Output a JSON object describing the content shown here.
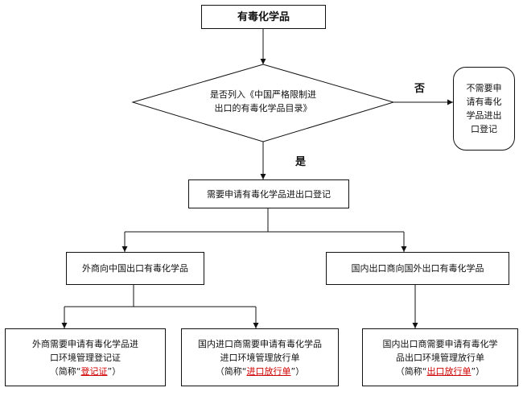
{
  "diagram": {
    "start": "有毒化学品",
    "decision": {
      "line1": "是否列入《中国严格限制进",
      "line2": "出口的有毒化学品目录》"
    },
    "no_label": "否",
    "yes_label": "是",
    "no_result": {
      "line1": "不需要申",
      "line2": "请有毒化",
      "line3": "学品进出",
      "line4": "口登记"
    },
    "register": "需要申请有毒化学品进出口登记",
    "foreign_export": "外商向中国出口有毒化学品",
    "domestic_export": "国内出口商向国外出口有毒化学品",
    "cert": {
      "line1": "外商需要申请有毒化学品进",
      "line2": "口环境管理登记证",
      "prefix": "（简称“",
      "short": "登记证",
      "suffix": "”）"
    },
    "import_release": {
      "line1": "国内进口商需要申请有毒化学品",
      "line2": "进口环境管理放行单",
      "prefix": "（简称“",
      "short": "进口放行单",
      "suffix": "”）"
    },
    "export_release": {
      "line1": "国内出口商需要申请有毒化学",
      "line2": "品出口环境管理放行单",
      "prefix": "（简称“",
      "short": "出口放行单",
      "suffix": "”）"
    }
  }
}
